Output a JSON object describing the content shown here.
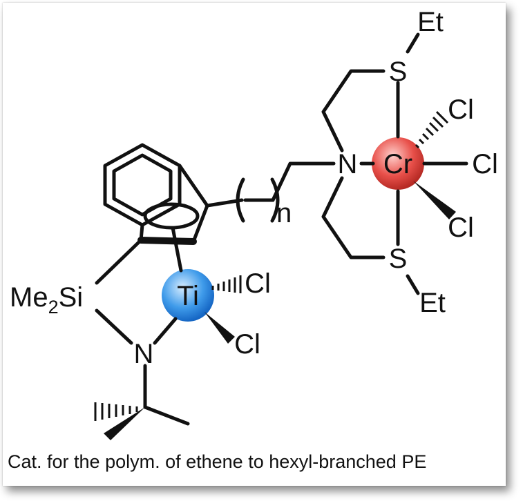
{
  "diagram": {
    "caption": "Cat. for the polym. of ethene to hexyl-branched PE",
    "atoms": {
      "s_top": "S",
      "et_top": "Et",
      "n_amine": "N",
      "cr": "Cr",
      "cl_cr_1": "Cl",
      "cl_cr_2": "Cl",
      "cl_cr_3": "Cl",
      "s_bottom": "S",
      "et_bottom": "Et",
      "subscript_n": "n",
      "si_me": "Me",
      "si_sub": "2",
      "si": "Si",
      "ti": "Ti",
      "cl_ti_1": "Cl",
      "cl_ti_2": "Cl",
      "n_amido": "N"
    },
    "colors": {
      "cr_sphere": "#e8504a",
      "ti_sphere": "#3f9bea"
    }
  }
}
